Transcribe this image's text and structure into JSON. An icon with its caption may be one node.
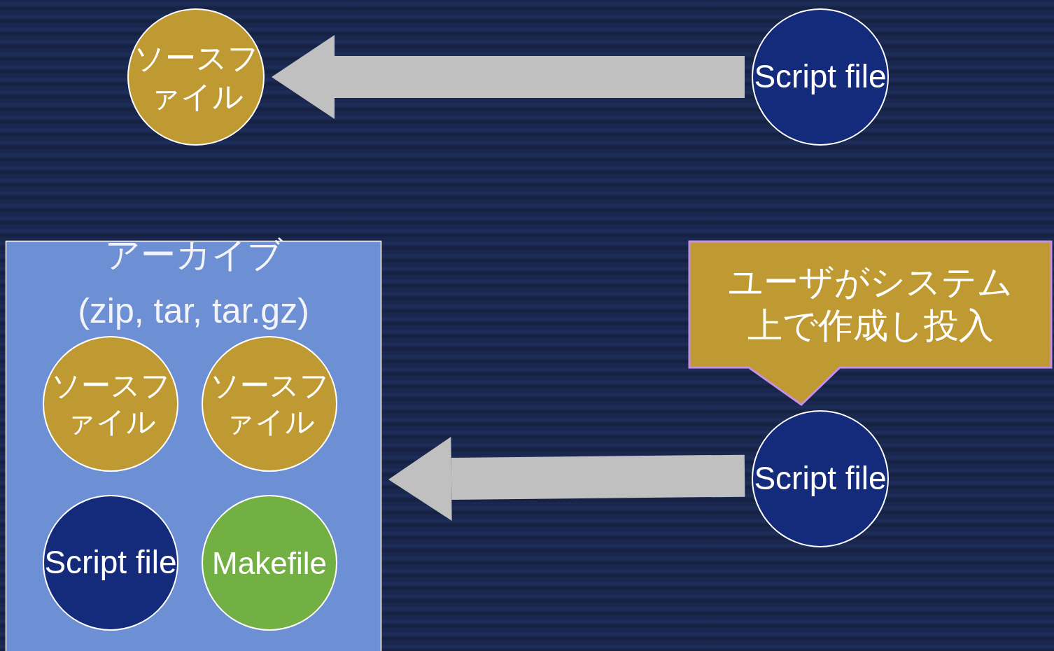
{
  "diagram": {
    "nodes": [
      {
        "text": [
          "ソースファイル"
        ]
      },
      {
        "text": [
          "Script file"
        ]
      },
      {
        "text": [
          "アーカイブ",
          "(zip, tar, tar.gz)"
        ]
      },
      {
        "text": [
          "ソースファイル"
        ],
        "in": 2
      },
      {
        "text": [
          "ソースファイル"
        ],
        "in": 2
      },
      {
        "text": [
          "Script file"
        ],
        "in": 2
      },
      {
        "text": [
          "Makefile"
        ],
        "in": 2
      },
      {
        "text": [
          "ユーザがシステム上で作成し投入"
        ]
      },
      {
        "text": [
          "Script file"
        ]
      }
    ],
    "edges": [
      {
        "from": 1,
        "to": 0,
        "arrow": "to"
      },
      {
        "from": 8,
        "to": 2,
        "arrow": "to"
      }
    ]
  }
}
